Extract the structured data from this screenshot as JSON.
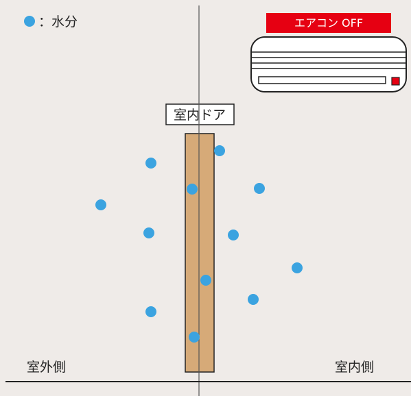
{
  "legend": {
    "label": "：水分",
    "icon": "water-dot-icon",
    "dot_color": "#3ba3e0"
  },
  "aircon": {
    "status_label": "エアコン OFF",
    "status_color": "#e60012",
    "indicator_color": "#e60012"
  },
  "door": {
    "label": "室内ドア",
    "fill_color": "#d6aa78"
  },
  "sides": {
    "outside": "室外側",
    "inside": "室内側"
  }
}
